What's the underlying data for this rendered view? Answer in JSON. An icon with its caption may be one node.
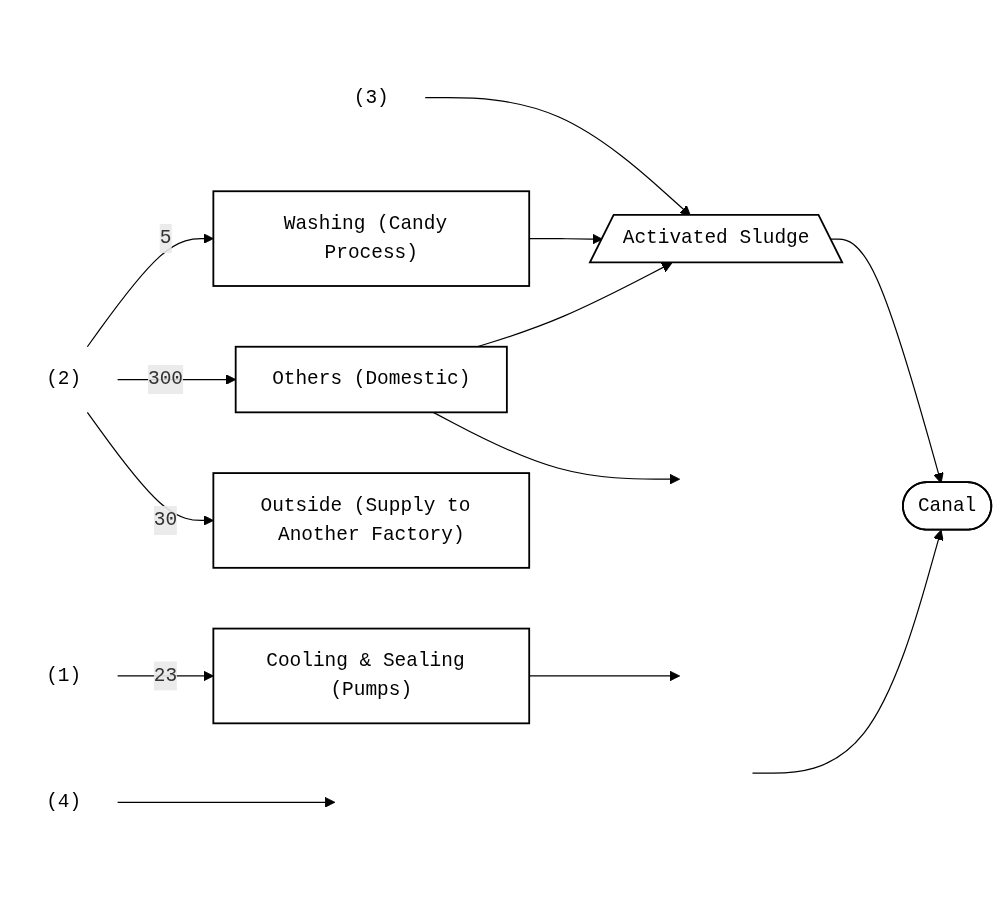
{
  "diagram": {
    "nodes": [
      {
        "text": [
          "(1)"
        ]
      },
      {
        "text": [
          "(2)"
        ]
      },
      {
        "text": [
          "(3)"
        ]
      },
      {
        "text": [
          "(4)"
        ]
      },
      {
        "text": [
          "Cooling & Sealing (Pumps)"
        ]
      },
      {
        "text": [
          "Washing (Candy Process)"
        ]
      },
      {
        "text": [
          "Others (Domestic)"
        ]
      },
      {
        "text": [
          "Outside (Supply to Another Factory)"
        ]
      },
      {
        "text": [
          "Canal"
        ]
      },
      {
        "text": [
          "Activated Sludge"
        ]
      }
    ],
    "edges": [
      {
        "from": 0,
        "to": 4,
        "arrow": "to",
        "label": "23"
      },
      {
        "from": 1,
        "to": 5,
        "arrow": "to",
        "label": "5"
      },
      {
        "from": 1,
        "to": 6,
        "arrow": "to",
        "label": "300"
      },
      {
        "from": 1,
        "to": 7,
        "arrow": "to",
        "label": "30"
      },
      {
        "from": 4,
        "to": null,
        "arrow": "to"
      },
      {
        "from": 5,
        "to": 9,
        "arrow": "to"
      },
      {
        "from": 6,
        "to": 9,
        "arrow": "to"
      },
      {
        "from": 6,
        "to": null,
        "arrow": "to"
      },
      {
        "from": 2,
        "to": 9,
        "arrow": "to"
      },
      {
        "from": 9,
        "to": 8,
        "arrow": "to"
      },
      {
        "from": null,
        "to": 8,
        "arrow": "to"
      },
      {
        "from": 3,
        "to": null,
        "arrow": "to"
      }
    ]
  }
}
